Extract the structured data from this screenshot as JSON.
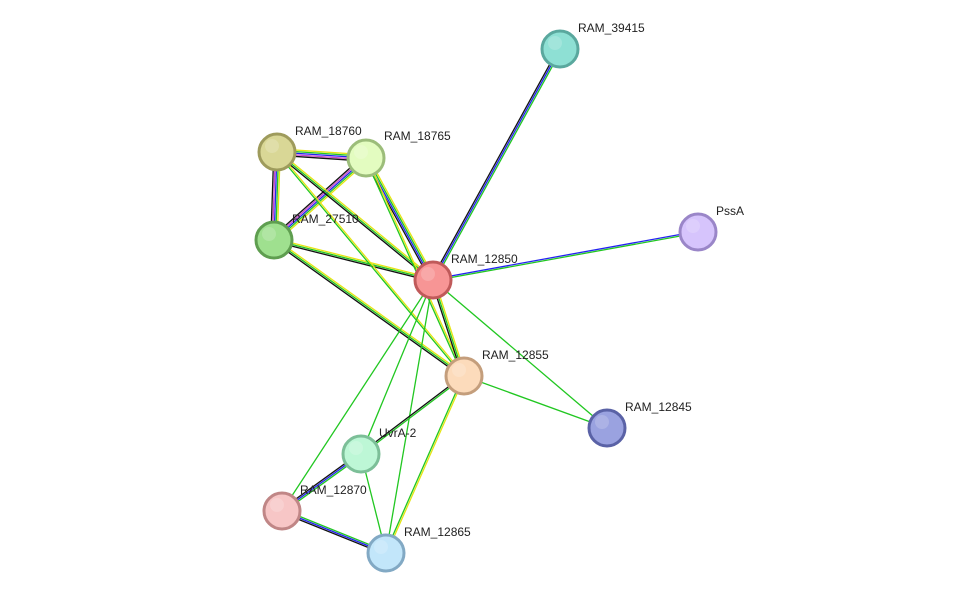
{
  "nodes": [
    {
      "id": "RAM_39415",
      "label": "RAM_39415",
      "fill": "#8ee0d4",
      "stroke": "#5aa89e"
    },
    {
      "id": "RAM_18760",
      "label": "RAM_18760",
      "fill": "#d9d796",
      "stroke": "#9e9b5c"
    },
    {
      "id": "RAM_18765",
      "label": "RAM_18765",
      "fill": "#e3fcc0",
      "stroke": "#9cbd7a"
    },
    {
      "id": "RAM_27510",
      "label": "RAM_27510",
      "fill": "#9fe08f",
      "stroke": "#5f9e50"
    },
    {
      "id": "PssA",
      "label": "PssA",
      "fill": "#d6c4fc",
      "stroke": "#9a86c8"
    },
    {
      "id": "RAM_12850",
      "label": "RAM_12850",
      "fill": "#f79595",
      "stroke": "#c05a5a"
    },
    {
      "id": "RAM_12855",
      "label": "RAM_12855",
      "fill": "#fcdbbb",
      "stroke": "#c49e7c"
    },
    {
      "id": "RAM_12845",
      "label": "RAM_12845",
      "fill": "#9aa2e0",
      "stroke": "#5a62a6"
    },
    {
      "id": "UvrA-2",
      "label": "UvrA-2",
      "fill": "#bdf7d6",
      "stroke": "#7cbf98"
    },
    {
      "id": "RAM_12870",
      "label": "RAM_12870",
      "fill": "#f7c6c6",
      "stroke": "#c08686"
    },
    {
      "id": "RAM_12865",
      "label": "RAM_12865",
      "fill": "#c2e6fa",
      "stroke": "#82a9c4"
    }
  ],
  "edges": [
    {
      "source": "RAM_18760",
      "target": "RAM_18765",
      "evidence": [
        "#e5e512",
        "#21c721",
        "#2222f0",
        "#cc44cc",
        "#111111"
      ]
    },
    {
      "source": "RAM_18760",
      "target": "RAM_27510",
      "evidence": [
        "#e5e512",
        "#21c721",
        "#2222f0",
        "#cc44cc",
        "#111111"
      ]
    },
    {
      "source": "RAM_18765",
      "target": "RAM_27510",
      "evidence": [
        "#e5e512",
        "#21c721",
        "#2222f0",
        "#cc44cc",
        "#111111"
      ]
    },
    {
      "source": "RAM_18760",
      "target": "RAM_12850",
      "evidence": [
        "#e5e512",
        "#21c721",
        "#111111"
      ]
    },
    {
      "source": "RAM_18765",
      "target": "RAM_12850",
      "evidence": [
        "#e5e512",
        "#21c721",
        "#2222f0",
        "#111111"
      ]
    },
    {
      "source": "RAM_27510",
      "target": "RAM_12850",
      "evidence": [
        "#e5e512",
        "#21c721",
        "#111111"
      ]
    },
    {
      "source": "RAM_18760",
      "target": "RAM_12855",
      "evidence": [
        "#e5e512",
        "#21c721"
      ]
    },
    {
      "source": "RAM_18765",
      "target": "RAM_12855",
      "evidence": [
        "#e5e512",
        "#21c721"
      ]
    },
    {
      "source": "RAM_27510",
      "target": "RAM_12855",
      "evidence": [
        "#e5e512",
        "#21c721",
        "#111111"
      ]
    },
    {
      "source": "RAM_39415",
      "target": "RAM_12850",
      "evidence": [
        "#21c721",
        "#2222f0",
        "#111111"
      ]
    },
    {
      "source": "PssA",
      "target": "RAM_12850",
      "evidence": [
        "#21c721",
        "#2222f0"
      ]
    },
    {
      "source": "RAM_12850",
      "target": "RAM_12855",
      "evidence": [
        "#e5e512",
        "#21c721",
        "#111111"
      ]
    },
    {
      "source": "RAM_12850",
      "target": "RAM_12845",
      "evidence": [
        "#21c721"
      ]
    },
    {
      "source": "RAM_12850",
      "target": "UvrA-2",
      "evidence": [
        "#21c721"
      ]
    },
    {
      "source": "RAM_12850",
      "target": "RAM_12870",
      "evidence": [
        "#21c721"
      ]
    },
    {
      "source": "RAM_12850",
      "target": "RAM_12865",
      "evidence": [
        "#21c721"
      ]
    },
    {
      "source": "RAM_12855",
      "target": "RAM_12845",
      "evidence": [
        "#21c721"
      ]
    },
    {
      "source": "RAM_12855",
      "target": "UvrA-2",
      "evidence": [
        "#21c721",
        "#111111"
      ]
    },
    {
      "source": "RAM_12855",
      "target": "RAM_12865",
      "evidence": [
        "#e5e512",
        "#21c721"
      ]
    },
    {
      "source": "UvrA-2",
      "target": "RAM_12870",
      "evidence": [
        "#21c721",
        "#2222f0",
        "#111111"
      ]
    },
    {
      "source": "UvrA-2",
      "target": "RAM_12865",
      "evidence": [
        "#21c721"
      ]
    },
    {
      "source": "RAM_12870",
      "target": "RAM_12865",
      "evidence": [
        "#21c721",
        "#2222f0",
        "#111111"
      ]
    }
  ]
}
